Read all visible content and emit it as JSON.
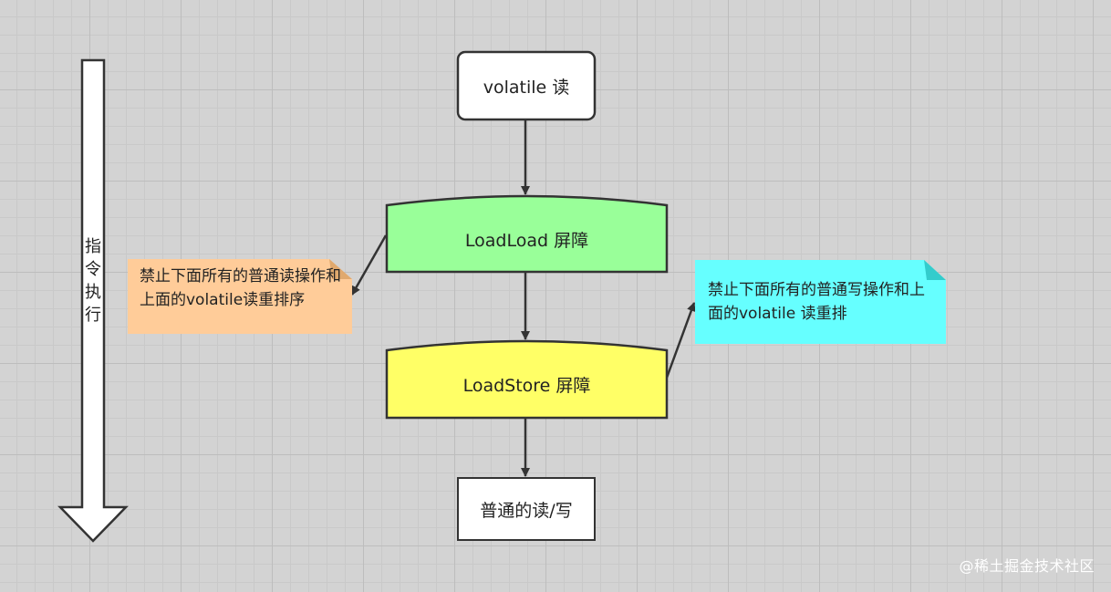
{
  "diagram": {
    "nodes": {
      "volatile_read": "volatile 读",
      "loadload_barrier": "LoadLoad 屏障",
      "loadstore_barrier": "LoadStore 屏障",
      "normal_rw": "普通的读/写"
    },
    "notes": {
      "left": "禁止下面所有的普通读操作和上面的volatile读重排序",
      "right": "禁止下面所有的普通写操作和上面的volatile 读重排"
    },
    "execution_arrow_label": "指令执行",
    "colors": {
      "loadload_fill": "#99ff99",
      "loadstore_fill": "#ffff66",
      "left_note_fill": "#ffcc99",
      "right_note_fill": "#66ffff"
    }
  },
  "watermark": "@稀土掘金技术社区"
}
